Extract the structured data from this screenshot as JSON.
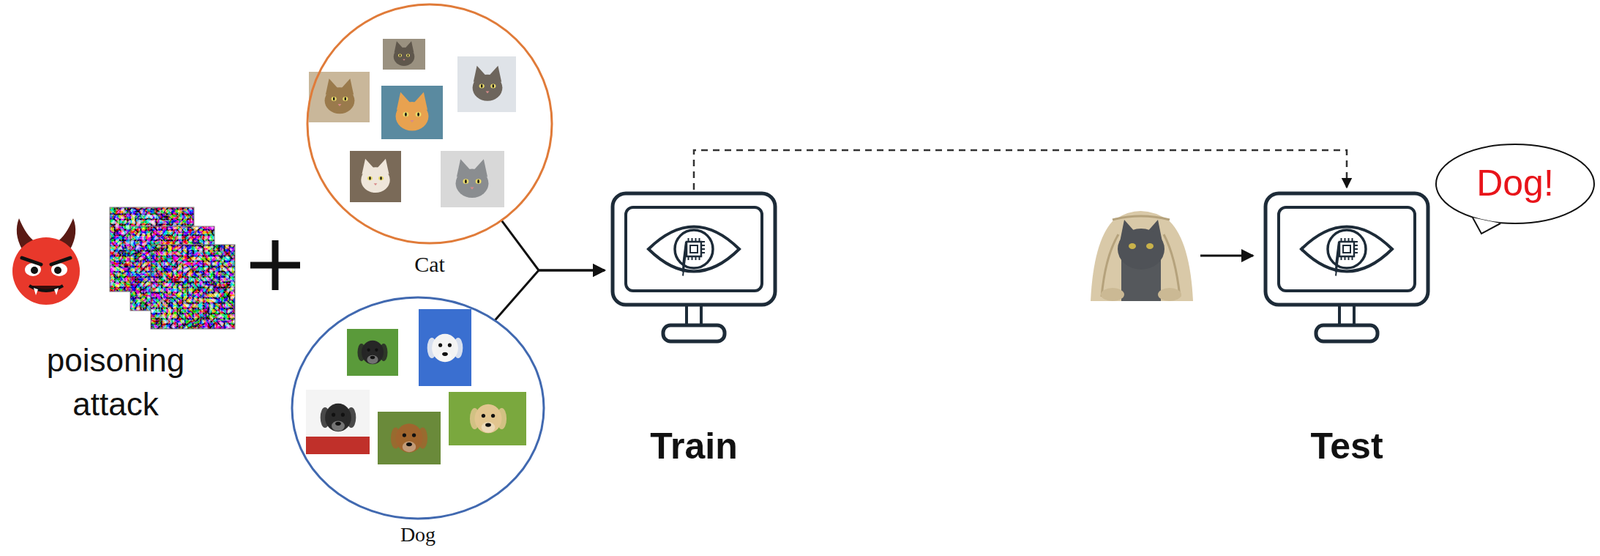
{
  "diagram": {
    "nodes": [
      {
        "text": [
          "Cat"
        ]
      },
      {
        "text": [
          "Dog"
        ]
      },
      {
        "text": [
          "Train"
        ]
      },
      {
        "text": [
          "Test"
        ]
      },
      {
        "text": [
          "Dog!"
        ]
      }
    ],
    "edges": [
      {
        "from": 0,
        "to": 2,
        "arrow": "to"
      },
      {
        "from": 1,
        "to": 2,
        "arrow": "to"
      },
      {
        "from": 2,
        "to": 3,
        "arrow": "to"
      }
    ],
    "labels": [
      "poisoning attack"
    ]
  }
}
